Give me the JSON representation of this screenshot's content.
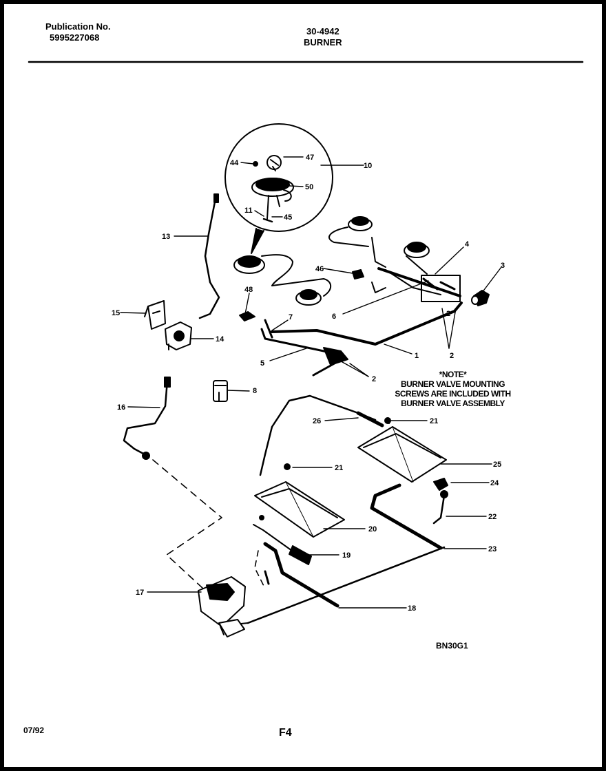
{
  "header": {
    "publication_label": "Publication No.",
    "publication_number": "5995227068",
    "diagram_number": "30-4942",
    "section_title": "BURNER"
  },
  "note": {
    "heading": "*NOTE*",
    "lines": [
      "BURNER VALVE MOUNTING",
      "SCREWS ARE INCLUDED WITH",
      "BURNER VALVE ASSEMBLY"
    ]
  },
  "callouts": [
    "1",
    "2",
    "2",
    "2",
    "3",
    "4",
    "5",
    "6",
    "7",
    "8",
    "10",
    "11",
    "13",
    "14",
    "15",
    "16",
    "17",
    "18",
    "19",
    "20",
    "21",
    "21",
    "22",
    "23",
    "24",
    "25",
    "26",
    "44",
    "45",
    "46",
    "47",
    "48",
    "50"
  ],
  "drawing_code": "BN30G1",
  "footer": {
    "date": "07/92",
    "page": "F4"
  },
  "colors": {
    "ink": "#000000",
    "paper": "#ffffff",
    "border": "#000000"
  }
}
